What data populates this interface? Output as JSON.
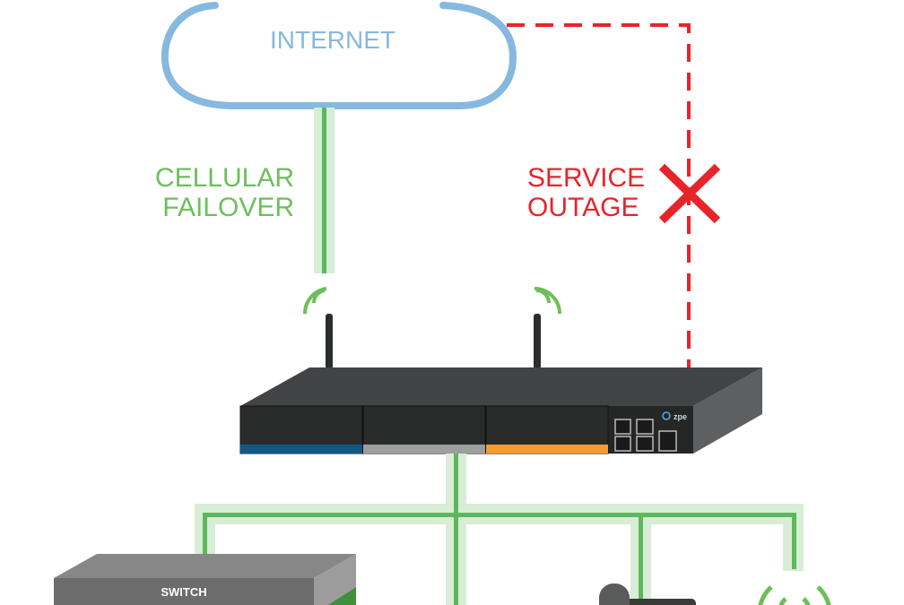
{
  "labels": {
    "internet": "INTERNET",
    "cellular_line1": "CELLULAR",
    "cellular_line2": "FAILOVER",
    "outage_line1": "SERVICE",
    "outage_line2": "OUTAGE",
    "switch": "SWITCH",
    "brand": "zpe"
  },
  "colors": {
    "cloud": "#86b9df",
    "cellular": "#6cbf5a",
    "outage": "#e8242b",
    "module_blue": "#0f5a85",
    "module_gray": "#9e9e9e",
    "module_orange": "#f49c31"
  },
  "icons": [
    "cloud-icon",
    "wifi-signal-icon",
    "x-mark-icon",
    "router-device",
    "switch-device",
    "phone-device"
  ]
}
